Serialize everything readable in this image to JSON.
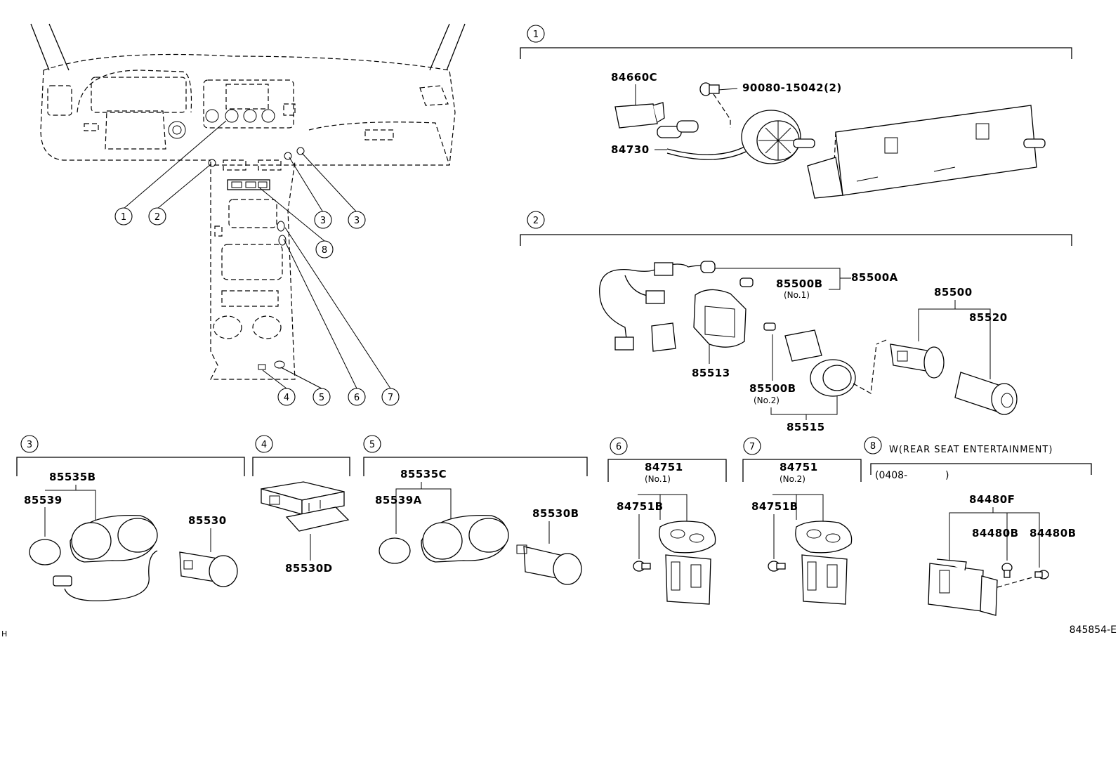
{
  "overview": {
    "callouts": [
      "1",
      "2",
      "3",
      "3",
      "8",
      "4",
      "5",
      "6",
      "7"
    ]
  },
  "sections": [
    {
      "no": "1"
    },
    {
      "no": "2"
    },
    {
      "no": "3"
    },
    {
      "no": "4"
    },
    {
      "no": "5"
    },
    {
      "no": "6"
    },
    {
      "no": "7"
    },
    {
      "no": "8",
      "note": "W(REAR SEAT ENTERTAINMENT)",
      "date": "(0408-",
      "date_end": ")"
    }
  ],
  "parts": {
    "p84660C": "84660C",
    "p90080": "90080-15042(2)",
    "p84730": "84730",
    "p85500B_1": "85500B",
    "p85500B_1_sub": "(No.1)",
    "p85500A": "85500A",
    "p85500": "85500",
    "p85520": "85520",
    "p85513": "85513",
    "p85500B_2": "85500B",
    "p85500B_2_sub": "(No.2)",
    "p85515": "85515",
    "p85535B": "85535B",
    "p85539": "85539",
    "p85530": "85530",
    "p85530D": "85530D",
    "p85535C": "85535C",
    "p85539A": "85539A",
    "p85530B": "85530B",
    "p84751_1": "84751",
    "p84751_1_sub": "(No.1)",
    "p84751B_1": "84751B",
    "p84751_2": "84751",
    "p84751_2_sub": "(No.2)",
    "p84751B_2": "84751B",
    "p84480F": "84480F",
    "p84480B_1": "84480B",
    "p84480B_2": "84480B"
  },
  "footer": {
    "left_mark": "H",
    "code": "845854-E"
  }
}
